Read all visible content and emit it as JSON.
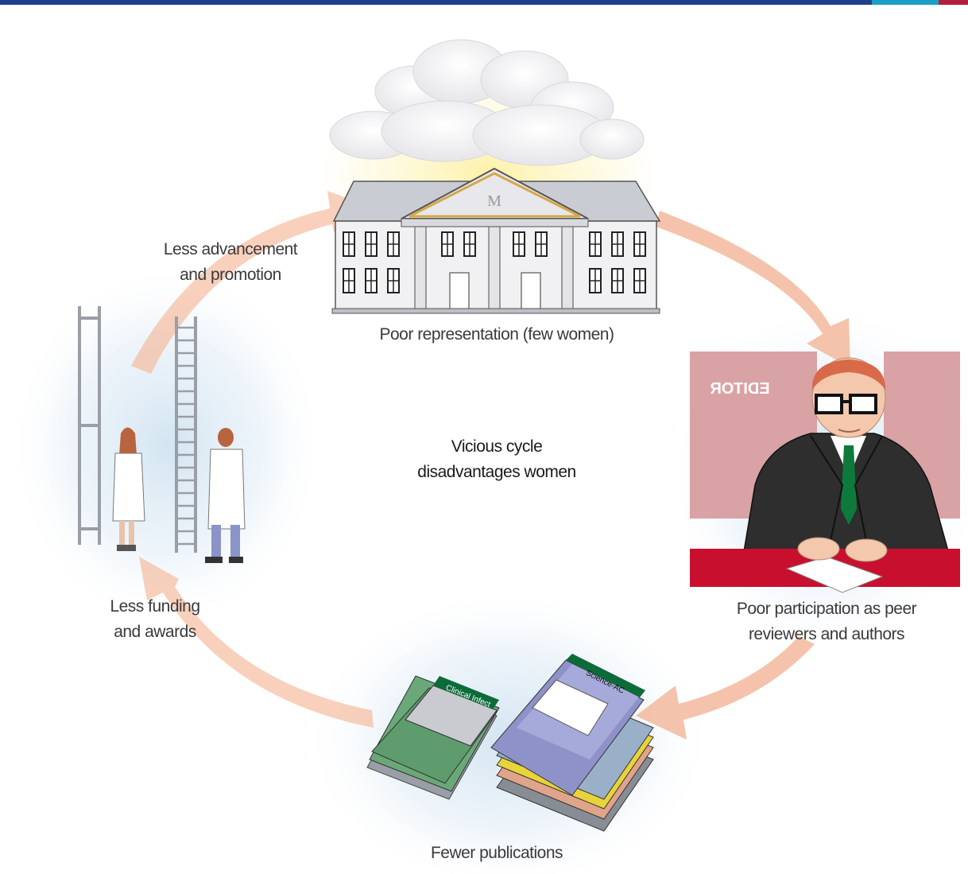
{
  "center": {
    "line1": "Vicious cycle",
    "line2": "disadvantages women"
  },
  "stages": {
    "representation": "Poor representation (few women)",
    "participation_1": "Poor participation as peer",
    "participation_2": "reviewers and authors",
    "publications": "Fewer publications",
    "funding_1": "Less funding",
    "funding_2": "and awards",
    "advancement_1": "Less advancement",
    "advancement_2": "and promotion"
  },
  "illustration_text": {
    "building_letter": "M",
    "editor_sign": "EDITOR",
    "journal_left": "Clinical Infect",
    "journal_right": "Science-AC"
  },
  "colors": {
    "topbar_main": "#1f3f8c",
    "topbar_teal": "#1aa0c4",
    "topbar_red": "#b41e3c",
    "arrow": "#f4b99c",
    "editor_panel": "#d9a2a4",
    "desk_red": "#c8102e"
  }
}
